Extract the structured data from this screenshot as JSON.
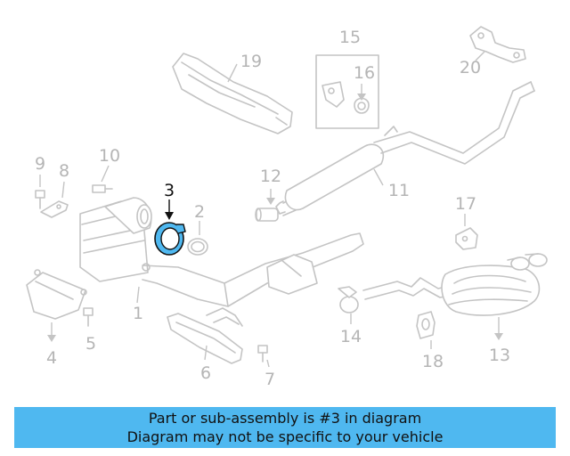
{
  "diagram": {
    "callouts": {
      "c1": "1",
      "c2": "2",
      "c3": "3",
      "c4": "4",
      "c5": "5",
      "c6": "6",
      "c7": "7",
      "c8": "8",
      "c9": "9",
      "c10": "10",
      "c11": "11",
      "c12": "12",
      "c13": "13",
      "c14": "14",
      "c15": "15",
      "c16": "16",
      "c17": "17",
      "c18": "18",
      "c19": "19",
      "c20": "20"
    },
    "highlighted_part": "3",
    "highlight_color": "#4fb8f0",
    "line_color": "#c4c4c4"
  },
  "banner": {
    "line1": "Part or sub-assembly is #3 in diagram",
    "line2": "Diagram may not be specific to your vehicle",
    "color": "#4fb8f0"
  }
}
